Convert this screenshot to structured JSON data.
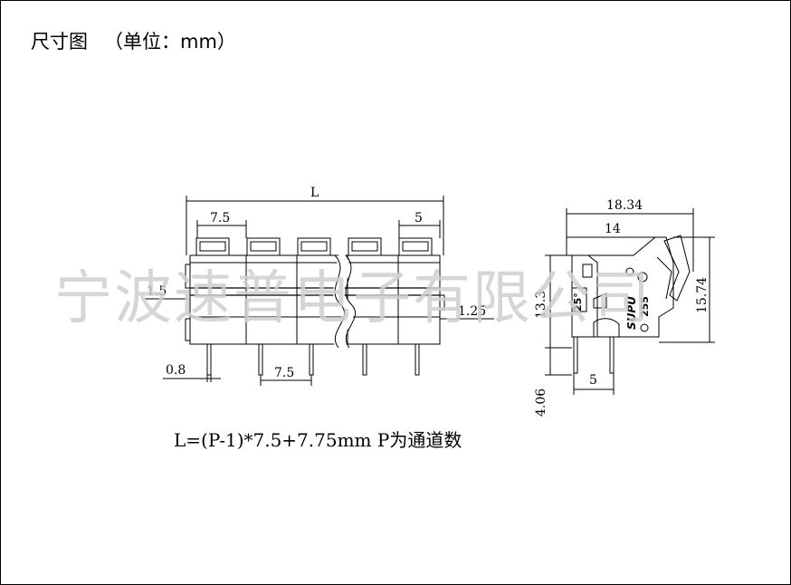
{
  "title": "尺寸图",
  "unit": "（单位：mm）",
  "watermark": "宁波速普电子有限公司",
  "formula": "L=(P-1)*7.5+7.75mm P为通道数",
  "front_view": {
    "overall_length_label": "L",
    "pitch_top_label": "7.5",
    "end_width_label": "5",
    "left_offset_label": "1.5",
    "right_offset_label": "1.25",
    "pin_width_label": "0.8",
    "pin_pitch_label": "7.5"
  },
  "side_view": {
    "total_depth_label": "18.34",
    "body_depth_label": "14",
    "body_height_label": "13.3",
    "total_height_label": "15.74",
    "pin_length_label": "4.06",
    "pin_spacing_label": "5",
    "marking_brand": "SUPU",
    "marking_model": "255",
    "marking_angle": "25°"
  }
}
